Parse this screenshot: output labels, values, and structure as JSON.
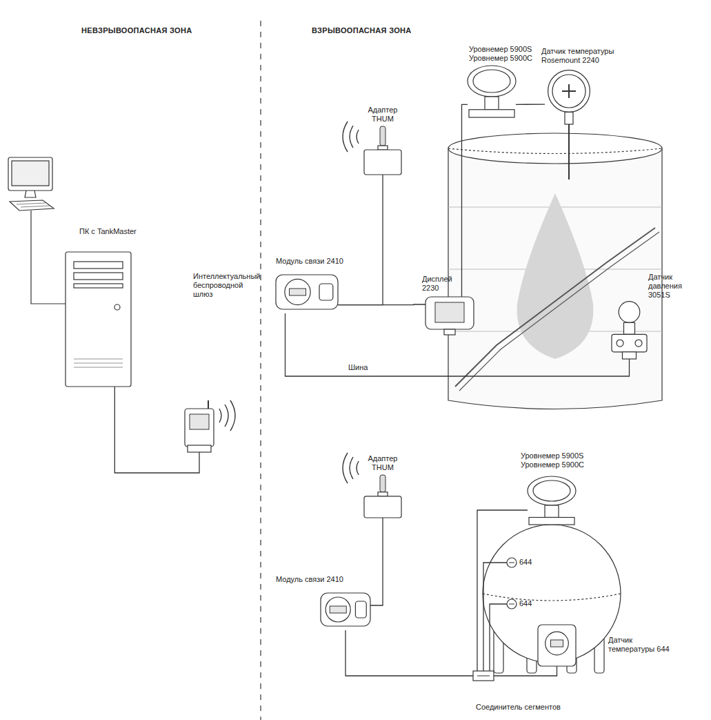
{
  "diagram": {
    "nodes": [
      {
        "text": [
          "ПК с TankMaster"
        ]
      },
      {
        "text": [
          "Интеллектуальный беспроводной шлюз"
        ]
      },
      {
        "text": [
          "Адаптер THUM"
        ]
      },
      {
        "text": [
          "Уровнемер 5900S Уровнемер 5900C"
        ]
      },
      {
        "text": [
          "Датчик температуры Rosemount 2240"
        ]
      },
      {
        "text": [
          "Модуль связи 2410"
        ]
      },
      {
        "text": [
          "Дисплей 2230"
        ]
      },
      {
        "text": [
          "Датчик давления 3051S"
        ]
      },
      {
        "text": [
          "Адаптер THUM"
        ]
      },
      {
        "text": [
          "Уровнемер 5900S Уровнемер 5900C"
        ]
      },
      {
        "text": [
          "Модуль связи 2410"
        ]
      },
      {
        "text": [
          "644"
        ]
      },
      {
        "text": [
          "644"
        ]
      },
      {
        "text": [
          "Датчик температуры 644"
        ]
      },
      {
        "text": [
          "Соединитель сегментов"
        ]
      }
    ],
    "edges": [
      {
        "from": 0,
        "to": 1,
        "arrow": "none"
      },
      {
        "from": 2,
        "to": 5,
        "arrow": "none"
      },
      {
        "from": 5,
        "to": 6,
        "arrow": "none"
      },
      {
        "from": 6,
        "to": 3,
        "arrow": "none"
      },
      {
        "from": 3,
        "to": 4,
        "arrow": "none"
      },
      {
        "from": 5,
        "to": 7,
        "arrow": "none"
      },
      {
        "from": 8,
        "to": 10,
        "arrow": "none"
      },
      {
        "from": 10,
        "to": 14,
        "arrow": "none"
      },
      {
        "from": 14,
        "to": 9,
        "arrow": "none"
      },
      {
        "from": 14,
        "to": 11,
        "arrow": "none"
      },
      {
        "from": 14,
        "to": 12,
        "arrow": "none"
      },
      {
        "from": 14,
        "to": 13,
        "arrow": "none"
      }
    ],
    "labels": [
      "НЕВЗРЫВООПАСНАЯ ЗОНА",
      "ВЗРЫВООПАСНАЯ ЗОНА",
      "Шина"
    ]
  }
}
